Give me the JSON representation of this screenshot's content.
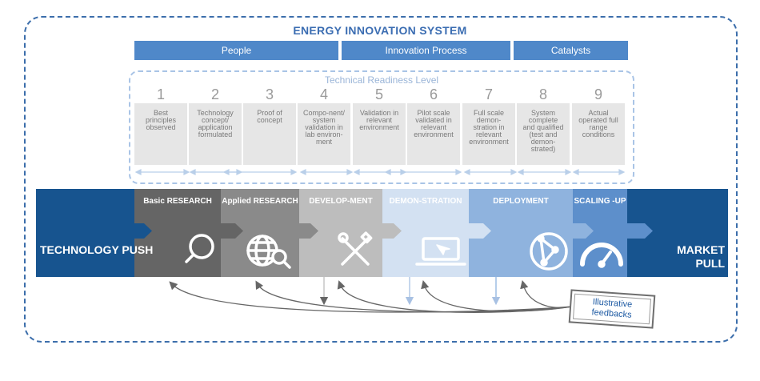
{
  "title": "ENERGY INNOVATION SYSTEM",
  "top_bars": [
    {
      "label": "People"
    },
    {
      "label": "Innovation Process"
    },
    {
      "label": "Catalysts"
    }
  ],
  "trl": {
    "title": "Technical Readiness Level",
    "levels": [
      {
        "num": "1",
        "text": "Best principles observed"
      },
      {
        "num": "2",
        "text": "Technology concept/ application formulated"
      },
      {
        "num": "3",
        "text": "Proof of concept"
      },
      {
        "num": "4",
        "text": "Compo-nent/ system validation in lab environ-ment"
      },
      {
        "num": "5",
        "text": "Validation in relevant environment"
      },
      {
        "num": "6",
        "text": "Pilot scale validated in relevant environment"
      },
      {
        "num": "7",
        "text": "Full scale demon-stration in relevant environment"
      },
      {
        "num": "8",
        "text": "System complete and qualified (test and demon-strated)"
      },
      {
        "num": "9",
        "text": "Actual operated full range conditions"
      }
    ]
  },
  "left_label": "TECHNOLOGY PUSH",
  "right_label": "MARKET PULL",
  "stages": [
    {
      "label": "Basic RESEARCH",
      "color": "#656565",
      "icon": "magnifier-icon"
    },
    {
      "label": "Applied RESEARCH",
      "color": "#8a8a8a",
      "icon": "globe-search-icon"
    },
    {
      "label": "DEVELOP-MENT",
      "color": "#bdbdbd",
      "icon": "tools-icon"
    },
    {
      "label": "DEMON-STRATION",
      "color": "#d3e1f2",
      "icon": "laptop-icon"
    },
    {
      "label": "DEPLOYMENT",
      "color": "#8fb3de",
      "icon": "network-icon"
    },
    {
      "label": "SCALING -UP",
      "color": "#5d8fcb",
      "icon": "gauge-icon"
    }
  ],
  "feedback_label": "Illustrative feedbacks"
}
